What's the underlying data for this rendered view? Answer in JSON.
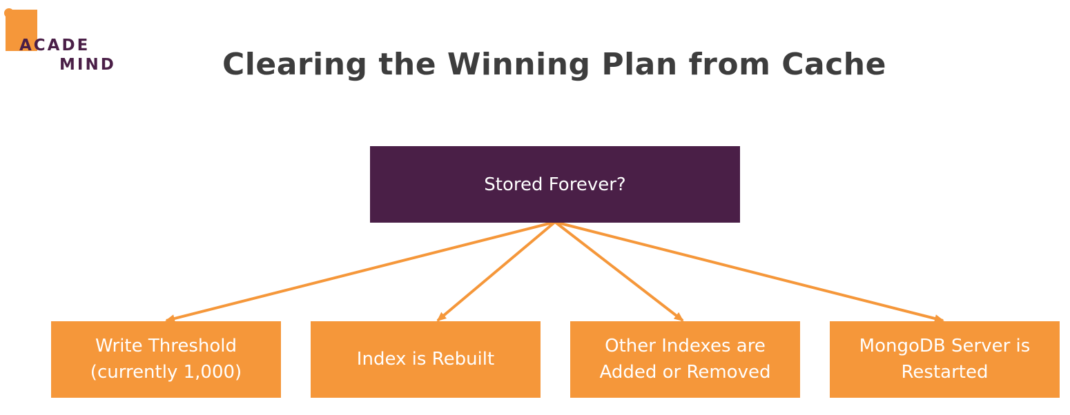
{
  "logo": {
    "line1": "ACADE",
    "line2": "MIND"
  },
  "title": "Clearing the Winning Plan from Cache",
  "root": {
    "label": "Stored Forever?"
  },
  "children": [
    {
      "line1": "Write Threshold",
      "line2": "(currently 1,000)"
    },
    {
      "line1": "Index is Rebuilt",
      "line2": ""
    },
    {
      "line1": "Other Indexes are",
      "line2": "Added or Removed"
    },
    {
      "line1": "MongoDB Server is",
      "line2": "Restarted"
    }
  ],
  "colors": {
    "primary": "#4a1f47",
    "accent": "#f5973a",
    "title": "#3d3d3d"
  }
}
